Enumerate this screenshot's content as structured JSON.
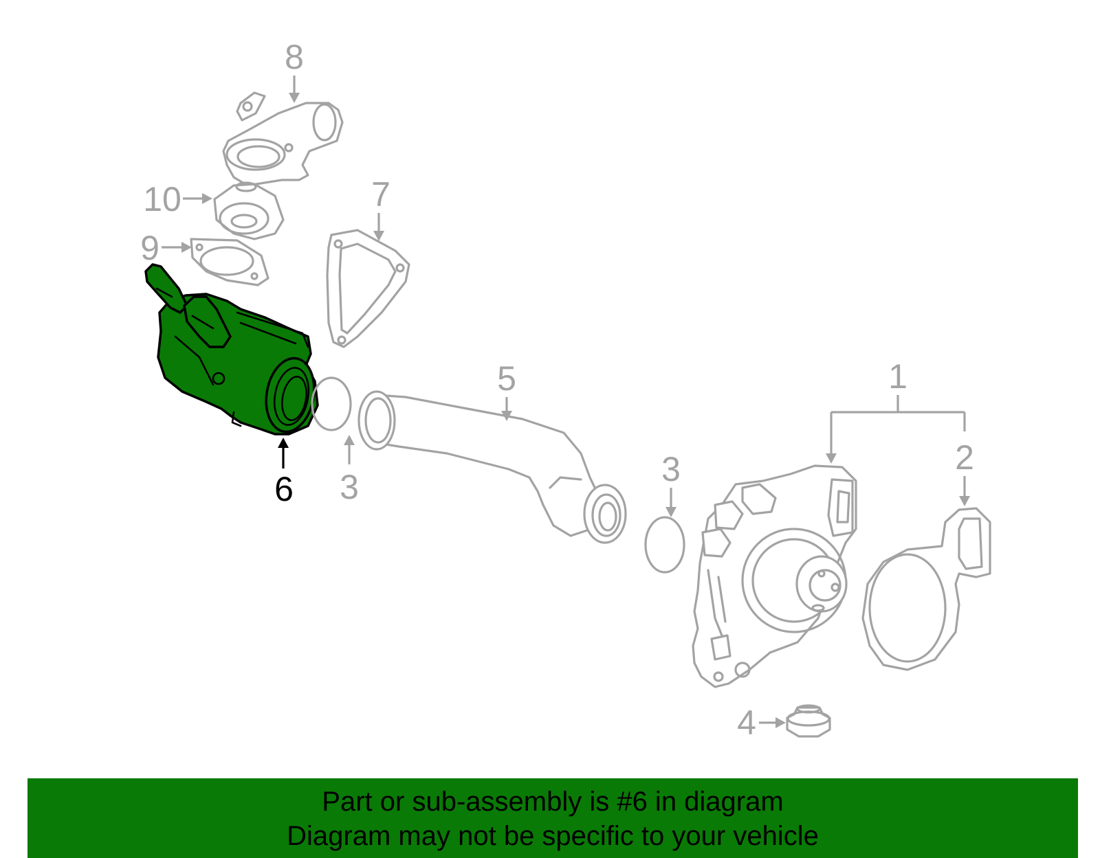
{
  "diagram": {
    "callouts": {
      "c1": "1",
      "c2": "2",
      "c3a": "3",
      "c3b": "3",
      "c4": "4",
      "c5": "5",
      "c6": "6",
      "c7": "7",
      "c8": "8",
      "c9": "9",
      "c10": "10"
    },
    "highlighted_part": "6",
    "highlight_color": "#0a7a06",
    "line_color": "#a3a3a3"
  },
  "banner": {
    "line1": "Part or sub-assembly is #6 in diagram",
    "line2": "Diagram may not be specific to your vehicle",
    "background": "#0a7a06"
  }
}
